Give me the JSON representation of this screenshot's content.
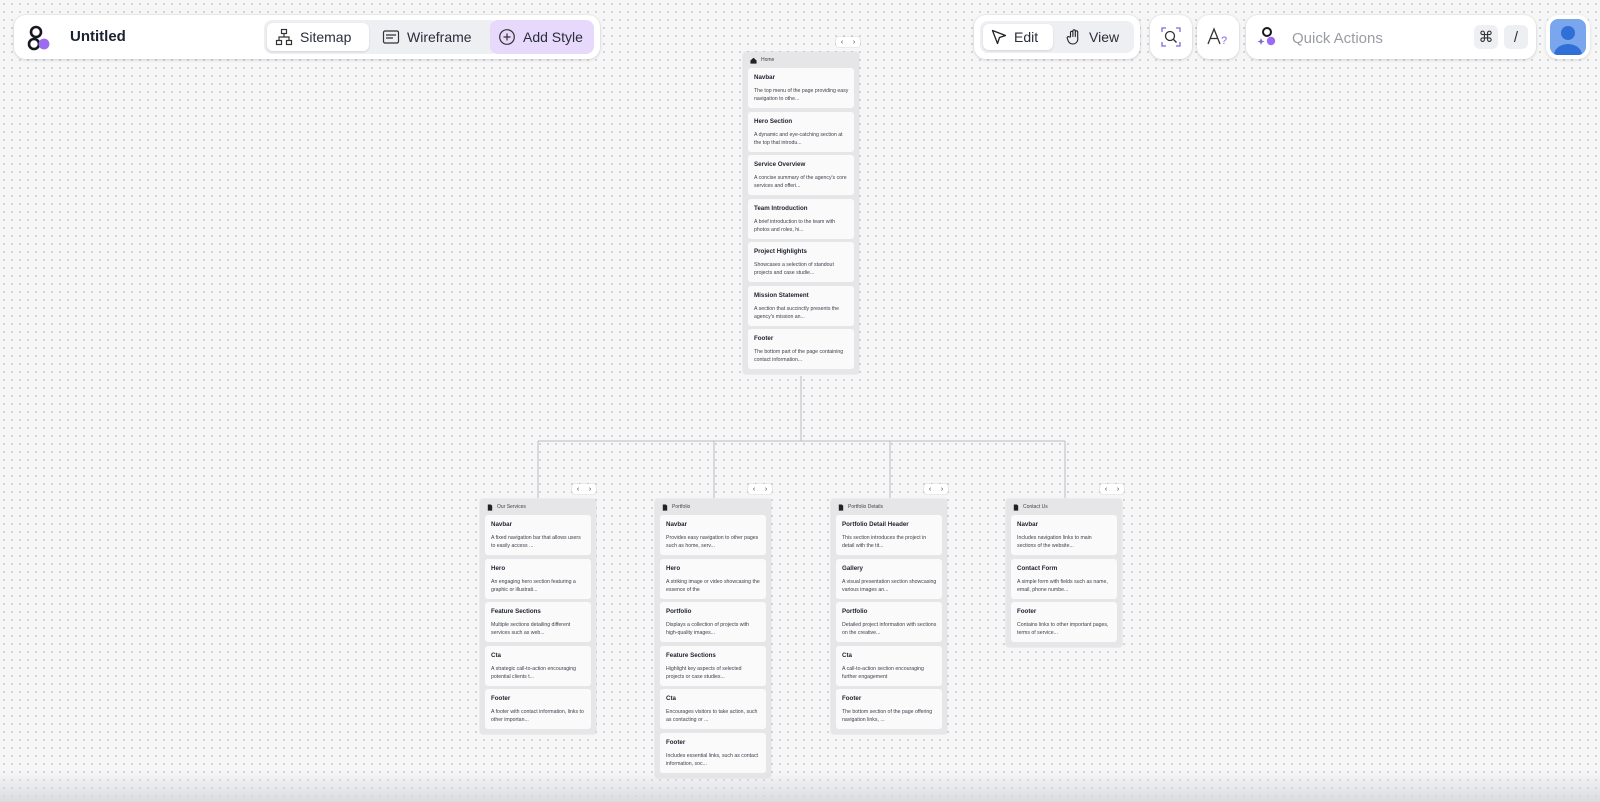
{
  "toolbar": {
    "title": "Untitled",
    "sitemap_label": "Sitemap",
    "wireframe_label": "Wireframe",
    "add_style_label": "Add Style"
  },
  "modes": {
    "edit_label": "Edit",
    "view_label": "View"
  },
  "quick_actions": {
    "placeholder": "Quick Actions",
    "kbd_cmd": "⌘",
    "kbd_slash": "/"
  },
  "colors": {
    "accent_purple": "#e6d9fb",
    "logo_purple": "#9b6cf0",
    "avatar_blue": "#7aa6ee"
  },
  "pages": [
    {
      "name": "Home",
      "icon": "home-icon",
      "sections": [
        {
          "title": "Navbar",
          "desc": "The top menu of the page providing easy navigation to othe..."
        },
        {
          "title": "Hero Section",
          "desc": "A dynamic and eye-catching section at the top that introdu..."
        },
        {
          "title": "Service Overview",
          "desc": "A concise summary of the agency's core services and offeri..."
        },
        {
          "title": "Team Introduction",
          "desc": "A brief introduction to the team with photos and roles, hi..."
        },
        {
          "title": "Project Highlights",
          "desc": "Showcases a selection of standout projects and case studie..."
        },
        {
          "title": "Mission Statement",
          "desc": "A section that succinctly presents the agency's mission an..."
        },
        {
          "title": "Footer",
          "desc": "The bottom part of the page containing contact information..."
        }
      ]
    },
    {
      "name": "Our Services",
      "icon": "page-icon",
      "sections": [
        {
          "title": "Navbar",
          "desc": "A fixed navigation bar that allows users to easily access ..."
        },
        {
          "title": "Hero",
          "desc": "An engaging hero section featuring a graphic or illustrati..."
        },
        {
          "title": "Feature Sections",
          "desc": "Multiple sections detailing different services such as web..."
        },
        {
          "title": "Cta",
          "desc": "A strategic call-to-action encouraging potential clients t..."
        },
        {
          "title": "Footer",
          "desc": "A footer with contact information, links to other importan..."
        }
      ]
    },
    {
      "name": "Portfolio",
      "icon": "page-icon",
      "sections": [
        {
          "title": "Navbar",
          "desc": "Provides easy navigation to other pages such as home, serv..."
        },
        {
          "title": "Hero",
          "desc": "A striking image or video showcasing the essence of the"
        },
        {
          "title": "Portfolio",
          "desc": "Displays a collection of projects with high-quality images..."
        },
        {
          "title": "Feature Sections",
          "desc": "Highlight key aspects of selected projects or case studies..."
        },
        {
          "title": "Cta",
          "desc": "Encourages visitors to take action, such as contacting or ..."
        },
        {
          "title": "Footer",
          "desc": "Includes essential links, such as contact information, soc..."
        }
      ]
    },
    {
      "name": "Portfolio Details",
      "icon": "page-icon",
      "sections": [
        {
          "title": "Portfolio Detail Header",
          "desc": "This section introduces the project in detail with the tit..."
        },
        {
          "title": "Gallery",
          "desc": "A visual presentation section showcasing various images an..."
        },
        {
          "title": "Portfolio",
          "desc": "Detailed project information with sections on the creative..."
        },
        {
          "title": "Cta",
          "desc": "A call-to-action section encouraging further engagement"
        },
        {
          "title": "Footer",
          "desc": "The bottom section of the page offering navigation links, ..."
        }
      ]
    },
    {
      "name": "Contact Us",
      "icon": "page-icon",
      "sections": [
        {
          "title": "Navbar",
          "desc": "Includes navigation links to main sections of the website..."
        },
        {
          "title": "Contact Form",
          "desc": "A simple form with fields such as name, email, phone numbe..."
        },
        {
          "title": "Footer",
          "desc": "Contains links to other important pages, terms of service..."
        }
      ]
    }
  ]
}
